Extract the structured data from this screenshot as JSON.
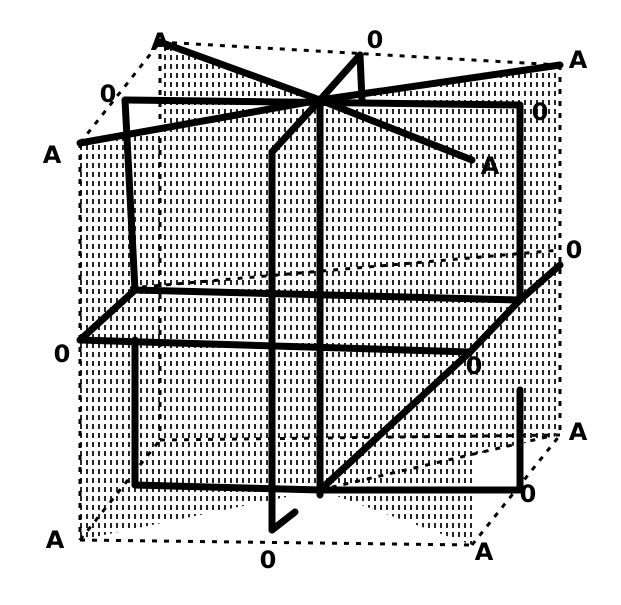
{
  "figure": {
    "labels": {
      "a_top_back_left": "A",
      "o_top_back_center": "0",
      "a_top_back_right": "A",
      "o_top_left": "0",
      "a_top_left": "A",
      "o_top_right": "0",
      "a_top_mid_right": "A",
      "o_mid_right": "0",
      "o_mid_left": "0",
      "o_mid_front_right": "0",
      "a_bottom_back_right": "A",
      "o_bottom_right": "0",
      "a_bottom_left": "A",
      "o_bottom_center": "0",
      "a_bottom_right": "A"
    }
  }
}
